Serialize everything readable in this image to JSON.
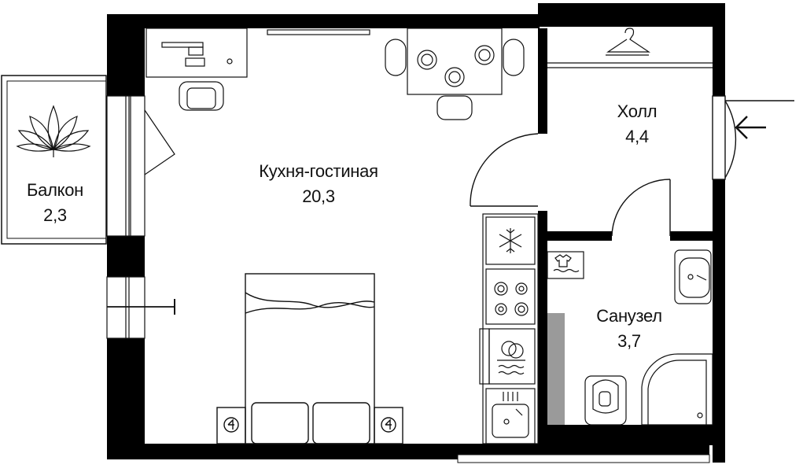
{
  "rooms": {
    "kitchen_living": {
      "name": "Кухня-гостиная",
      "area": "20,3"
    },
    "balcony": {
      "name": "Балкон",
      "area": "2,3"
    },
    "hall": {
      "name": "Холл",
      "area": "4,4"
    },
    "bathroom": {
      "name": "Санузел",
      "area": "3,7"
    }
  },
  "colors": {
    "wall": "#000000",
    "line": "#111111",
    "background": "#ffffff",
    "accent_gray": "#9a9a9a"
  },
  "icons": {
    "entrance": "arrow-left-icon",
    "fridge": "snowflake-icon",
    "stove": "burners-icon",
    "dishwasher": "dishes-icon",
    "sink": "sink-icon",
    "washer": "washing-icon",
    "plant": "plant-icon",
    "hanger": "hanger-icon",
    "socket": "socket-icon"
  }
}
